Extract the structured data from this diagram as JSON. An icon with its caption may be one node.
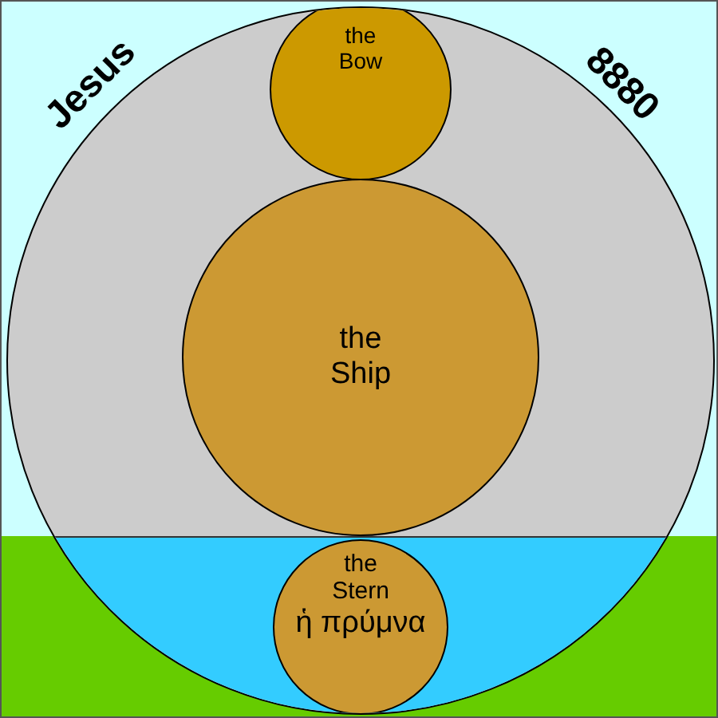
{
  "diagram": {
    "nodes": [
      {
        "text": [],
        "shape": "circle"
      },
      {
        "text": [
          "the Bow"
        ],
        "in": 0
      },
      {
        "text": [
          "the Ship"
        ],
        "in": 0
      },
      {
        "text": [
          "the Stern",
          "ἡ πρύμνα"
        ],
        "in": 0
      }
    ],
    "edges": [],
    "labels": [
      "Jesus",
      "8880"
    ]
  }
}
